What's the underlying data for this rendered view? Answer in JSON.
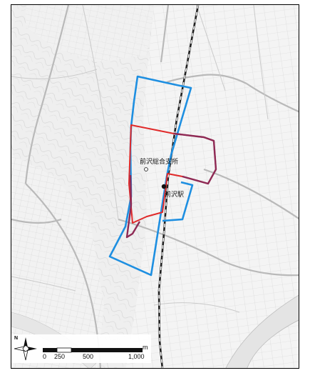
{
  "map": {
    "facility_label": "前沢総合支所",
    "station_label": "前沢駅",
    "scale": {
      "ticks": [
        "0",
        "250",
        "500",
        "1,000"
      ],
      "unit": "m"
    },
    "north_letter": "N",
    "colors": {
      "blue_boundary": "#1e8fe1",
      "red_boundary": "#e02a2a",
      "purple_boundary": "#8e2a55",
      "railway": "#222222"
    }
  }
}
